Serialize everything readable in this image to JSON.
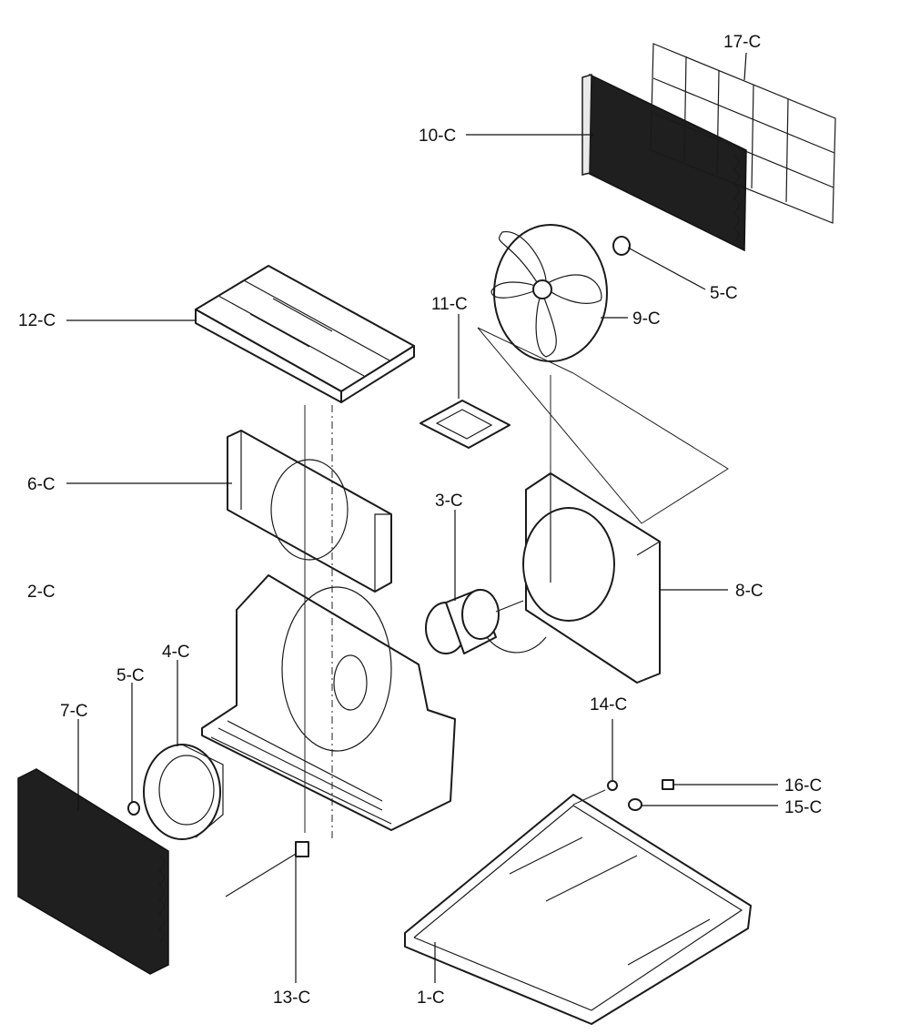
{
  "labels": {
    "p17": "17-C",
    "p10": "10-C",
    "p5_top": "5-C",
    "p11": "11-C",
    "p9": "9-C",
    "p12": "12-C",
    "p6": "6-C",
    "p3": "3-C",
    "p2": "2-C",
    "p8": "8-C",
    "p4": "4-C",
    "p5_left": "5-C",
    "p7": "7-C",
    "p14": "14-C",
    "p16": "16-C",
    "p15": "15-C",
    "p13": "13-C",
    "p1": "1-C"
  }
}
